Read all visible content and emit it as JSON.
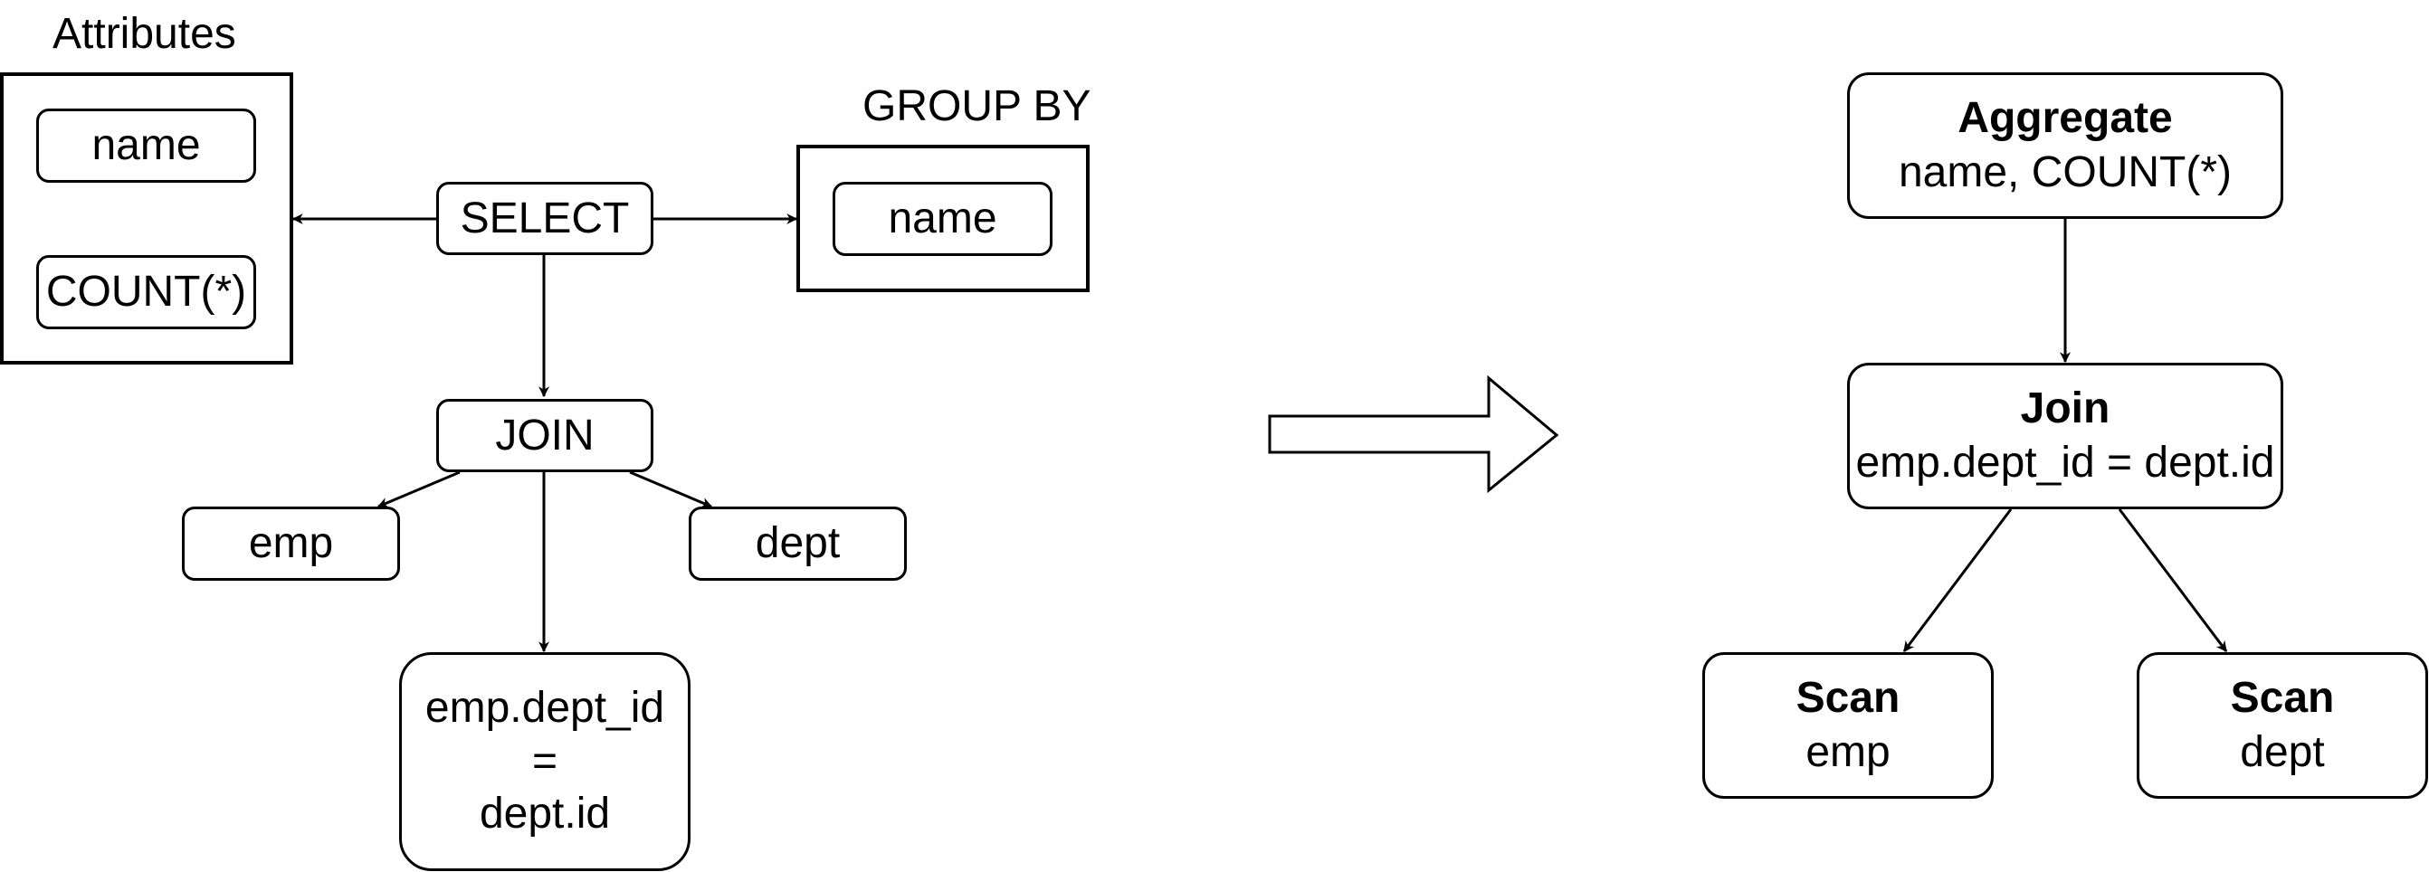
{
  "parse_tree": {
    "attributes_title": "Attributes",
    "attributes": [
      "name",
      "COUNT(*)"
    ],
    "group_by_title": "GROUP BY",
    "group_by": [
      "name"
    ],
    "select": "SELECT",
    "join": "JOIN",
    "tables": [
      "emp",
      "dept"
    ],
    "condition_lines": [
      "emp.dept_id",
      "=",
      "dept.id"
    ]
  },
  "plan": {
    "aggregate": {
      "title": "Aggregate",
      "detail": "name, COUNT(*)"
    },
    "join": {
      "title": "Join",
      "detail": "emp.dept_id = dept.id"
    },
    "scans": [
      {
        "title": "Scan",
        "detail": "emp"
      },
      {
        "title": "Scan",
        "detail": "dept"
      }
    ]
  }
}
